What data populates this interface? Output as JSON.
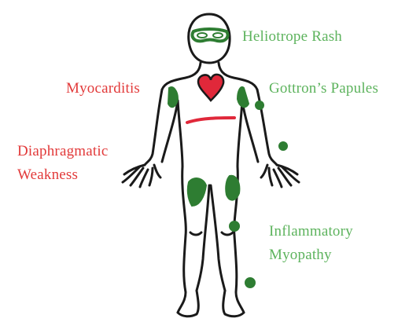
{
  "colors": {
    "outline": "#1a1a1a",
    "green_label": "#5db35d",
    "red_label": "#e23a3a",
    "green_mark": "#2e7d32",
    "red_mark": "#e0283a"
  },
  "labels": {
    "heliotrope": "Heliotrope Rash",
    "myocarditis": "Myocarditis",
    "gottron": "Gottron’s Papules",
    "diaphragm_line1": "Diaphragmatic",
    "diaphragm_line2": "Weakness",
    "myopathy_line1": "Inflammatory",
    "myopathy_line2": "Myopathy"
  },
  "icons": {
    "figure": "human-body-outline-icon",
    "heart": "heart-icon",
    "mask": "eye-mask-rash-icon"
  }
}
